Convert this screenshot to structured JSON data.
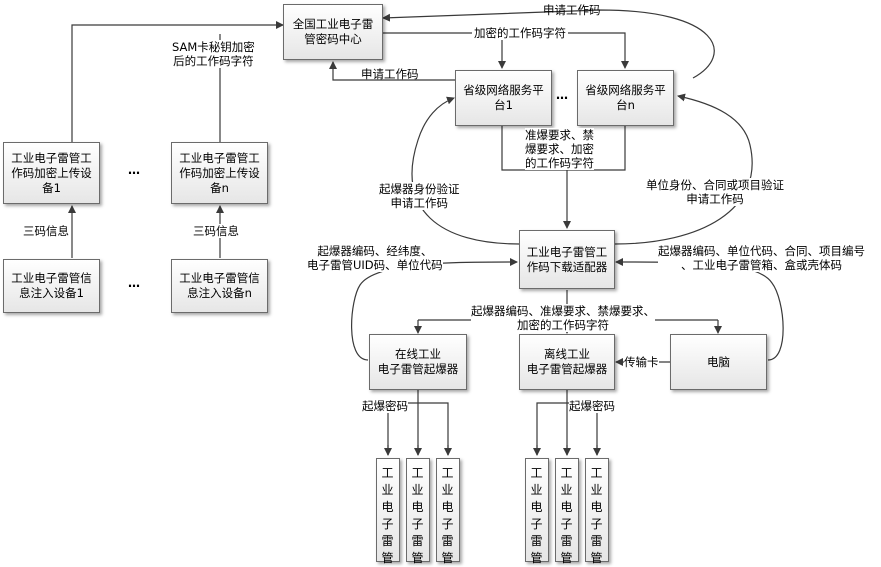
{
  "nodes": {
    "national_center": "全国工业电子雷\n管密码中心",
    "province_1": "省级网络服务平\n台1",
    "province_n": "省级网络服务平\n台n",
    "upload_device_1": "工业电子雷管工\n作码加密上传设\n备1",
    "upload_device_n": "工业电子雷管工\n作码加密上传设\n备n",
    "inject_device_1": "工业电子雷管信\n息注入设备1",
    "inject_device_n": "工业电子雷管信\n息注入设备n",
    "download_adapter": "工业电子雷管工\n作码下载适配器",
    "online_exploder": "在线工业\n电子雷管起爆器",
    "offline_exploder": "离线工业\n电子雷管起爆器",
    "computer": "电脑",
    "detonator": "工\n业\n电\n子\n雷\n管"
  },
  "labels": {
    "request_code_top": "申请工作码",
    "encrypted_code_string": "加密的工作码字符",
    "request_code_mid": "申请工作码",
    "sam_encrypted": "SAM卡秘钥加密\n后的工作码字符",
    "three_code_info_1": "三码信息",
    "three_code_info_n": "三码信息",
    "blast_requirements": "准爆要求、禁\n爆要求、加密\n的工作码字符",
    "exploder_identity_verify": "起爆器身份验证\n申请工作码",
    "unit_identity_verify": "单位身份、合同或项目验证\n申请工作码",
    "online_exploder_info": "起爆器编码、经纬度、\n电子雷管UID码、单位代码",
    "offline_exploder_info": "起爆器编码、单位代码、合同、项目编号\n、工业电子雷管箱、盒或壳体码",
    "adapter_to_exploders": "起爆器编码、准爆要求、禁爆要求、\n加密的工作码字符",
    "transfer_card": "传输卡",
    "blast_password_online": "起爆密码",
    "blast_password_offline": "起爆密码",
    "ellipsis": "…"
  },
  "colors": {
    "line": "#3a3a3a",
    "node_border": "#6b6b6b"
  }
}
